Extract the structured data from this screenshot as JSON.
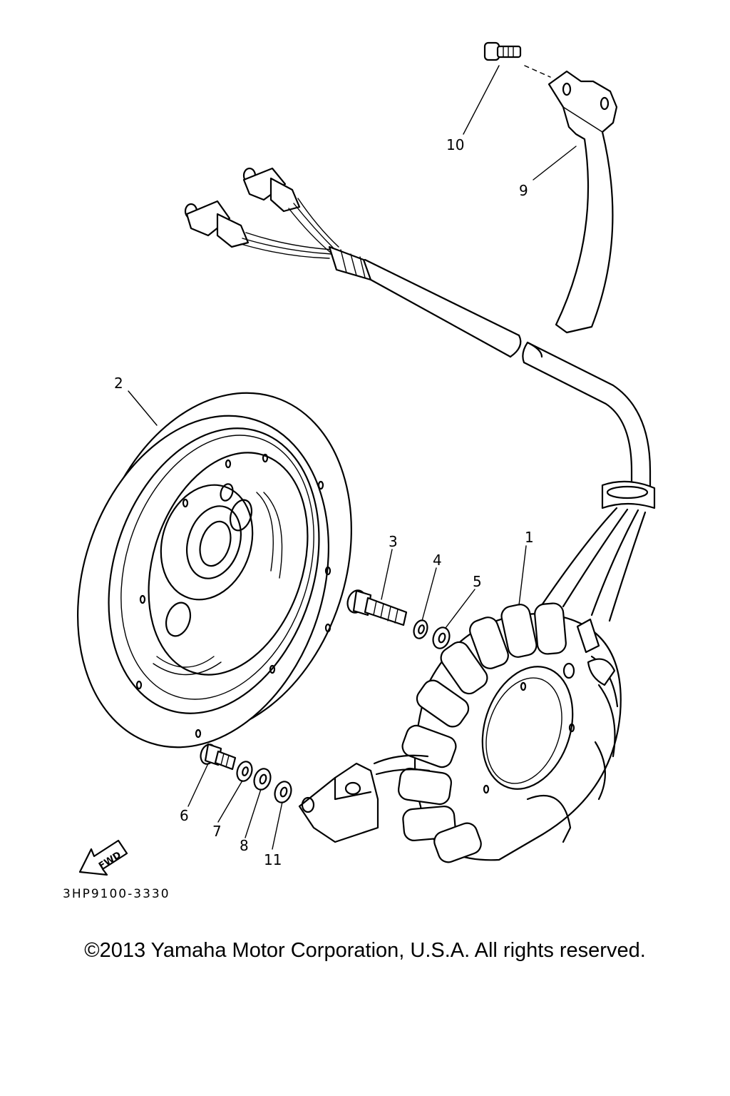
{
  "diagram": {
    "callouts": [
      {
        "id": "1",
        "label": "1"
      },
      {
        "id": "2",
        "label": "2"
      },
      {
        "id": "3",
        "label": "3"
      },
      {
        "id": "4",
        "label": "4"
      },
      {
        "id": "5",
        "label": "5"
      },
      {
        "id": "6",
        "label": "6"
      },
      {
        "id": "7",
        "label": "7"
      },
      {
        "id": "8",
        "label": "8"
      },
      {
        "id": "9",
        "label": "9"
      },
      {
        "id": "10",
        "label": "10"
      },
      {
        "id": "11",
        "label": "11"
      }
    ],
    "fwd_label": "FWD",
    "drawing_code": "3HP9100-3330"
  },
  "footer": {
    "copyright": "©2013 Yamaha Motor Corporation, U.S.A. All rights reserved."
  }
}
